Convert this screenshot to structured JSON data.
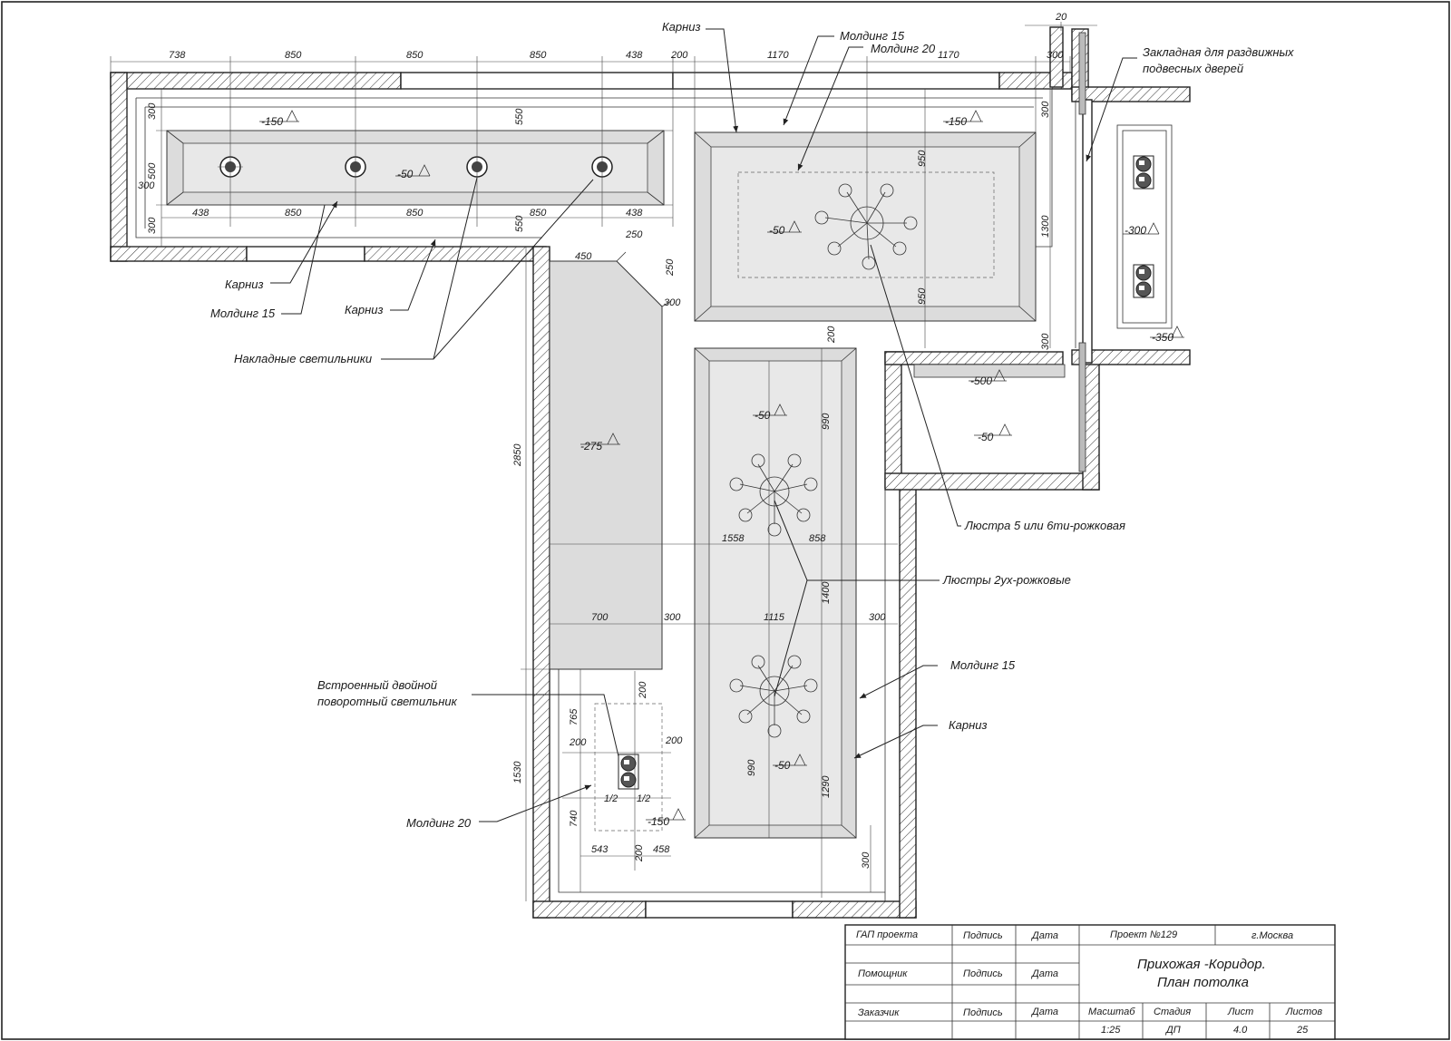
{
  "dimensions": {
    "top_row": [
      "738",
      "850",
      "850",
      "850",
      "438",
      "200",
      "1170",
      "1170",
      "300"
    ],
    "top_right_small": "20",
    "left_col": [
      "300",
      "500",
      "300",
      "300"
    ],
    "panel_row": [
      "438",
      "850",
      "850",
      "850",
      "438"
    ],
    "mid_550_a": "550",
    "mid_550_b": "550",
    "corner_250_a": "250",
    "corner_250_b": "250",
    "corner_450": "450",
    "corner_300": "300",
    "room_right": [
      "950",
      "1300",
      "950"
    ],
    "room_right_300_top": "300",
    "room_right_300_bottom": "300",
    "corr_200_top": "200",
    "corr_990_a": "990",
    "corr_990_b": "990",
    "corr_1558": "1558",
    "corr_858": "858",
    "corr_1400": "1400",
    "corr_1290": "1290",
    "corr_700": "700",
    "corr_300_a": "300",
    "corr_1115": "1115",
    "corr_300_b": "300",
    "corr_300_c": "300",
    "left_2850": "2850",
    "left_1530": "1530",
    "spot_765": "765",
    "spot_200_top": "200",
    "spot_200_left": "200",
    "spot_200_right": "200",
    "spot_half_a": "1/2",
    "spot_half_b": "1/2",
    "spot_740": "740",
    "spot_543": "543",
    "spot_200_bottom": "200",
    "spot_458": "458"
  },
  "levels": {
    "top_left": "-150",
    "top_center": "-50",
    "top_right": "-150",
    "room": "-50",
    "closet_top": "-300",
    "closet_bottom": "-350",
    "niche_top": "-500",
    "niche": "-50",
    "corr_top": "-50",
    "left_strip": "-275",
    "corr_bottom": "-50",
    "spot": "-150"
  },
  "labels": {
    "karniz_top": "Карниз",
    "molding15_top": "Молдинг 15",
    "molding20_top": "Молдинг 20",
    "zakladnaya_line1": "Закладная для раздвижных",
    "zakladnaya_line2": "подвесных дверей",
    "karniz_left": "Карниз",
    "molding15_left": "Молдинг 15",
    "karniz_mid": "Карниз",
    "nakladnye": "Накладные светильники",
    "lustra5": "Люстра 5 или 6ти-рожковая",
    "lustry2": "Люстры 2ух-рожковые",
    "molding15_right": "Молдинг 15",
    "karniz_right": "Карниз",
    "vstroenny_line1": "Встроенный двойной",
    "vstroenny_line2": "поворотный светильник",
    "molding20_bottom": "Молдинг 20"
  },
  "title_block": {
    "gap": "ГАП  проекта",
    "podpis_1": "Подпись",
    "data_1": "Дата",
    "project": "Проект №129",
    "city": "г.Москва",
    "pomoshnik": "Помощник",
    "podpis_2": "Подпись",
    "data_2": "Дата",
    "title_line1": "Прихожая -Коридор.",
    "title_line2": "План потолка",
    "zakazchik": "Заказчик",
    "podpis_3": "Подпись",
    "data_3": "Дата",
    "masshtab_h": "Масштаб",
    "stadia_h": "Стадия",
    "list_h": "Лист",
    "listov_h": "Листов",
    "masshtab": "1:25",
    "stadia": "ДП",
    "list": "4.0",
    "listov": "25"
  }
}
